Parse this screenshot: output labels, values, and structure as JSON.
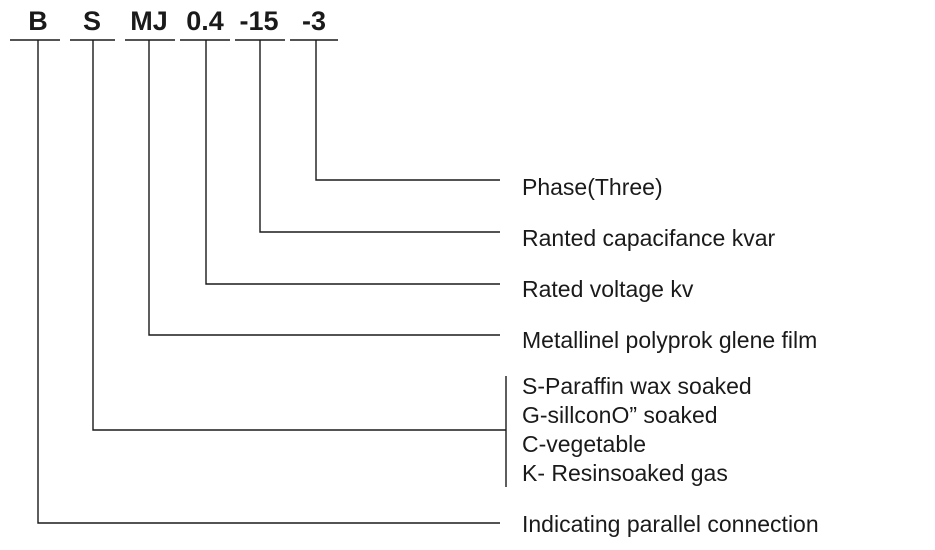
{
  "model_code": {
    "parts": [
      "B",
      "S",
      "MJ",
      "0.4",
      "-15",
      "-3"
    ]
  },
  "descriptions": {
    "phase": "Phase(Three)",
    "capacitance": "Ranted capacifance kvar",
    "voltage": "Rated voltage kv",
    "film": "Metallinel polyprok glene film",
    "impregnant": [
      "S-Paraffin wax soaked",
      "G-sillconO”  soaked",
      "C-vegetable",
      "K- Resinsoaked gas"
    ],
    "connection": "Indicating parallel connection"
  }
}
